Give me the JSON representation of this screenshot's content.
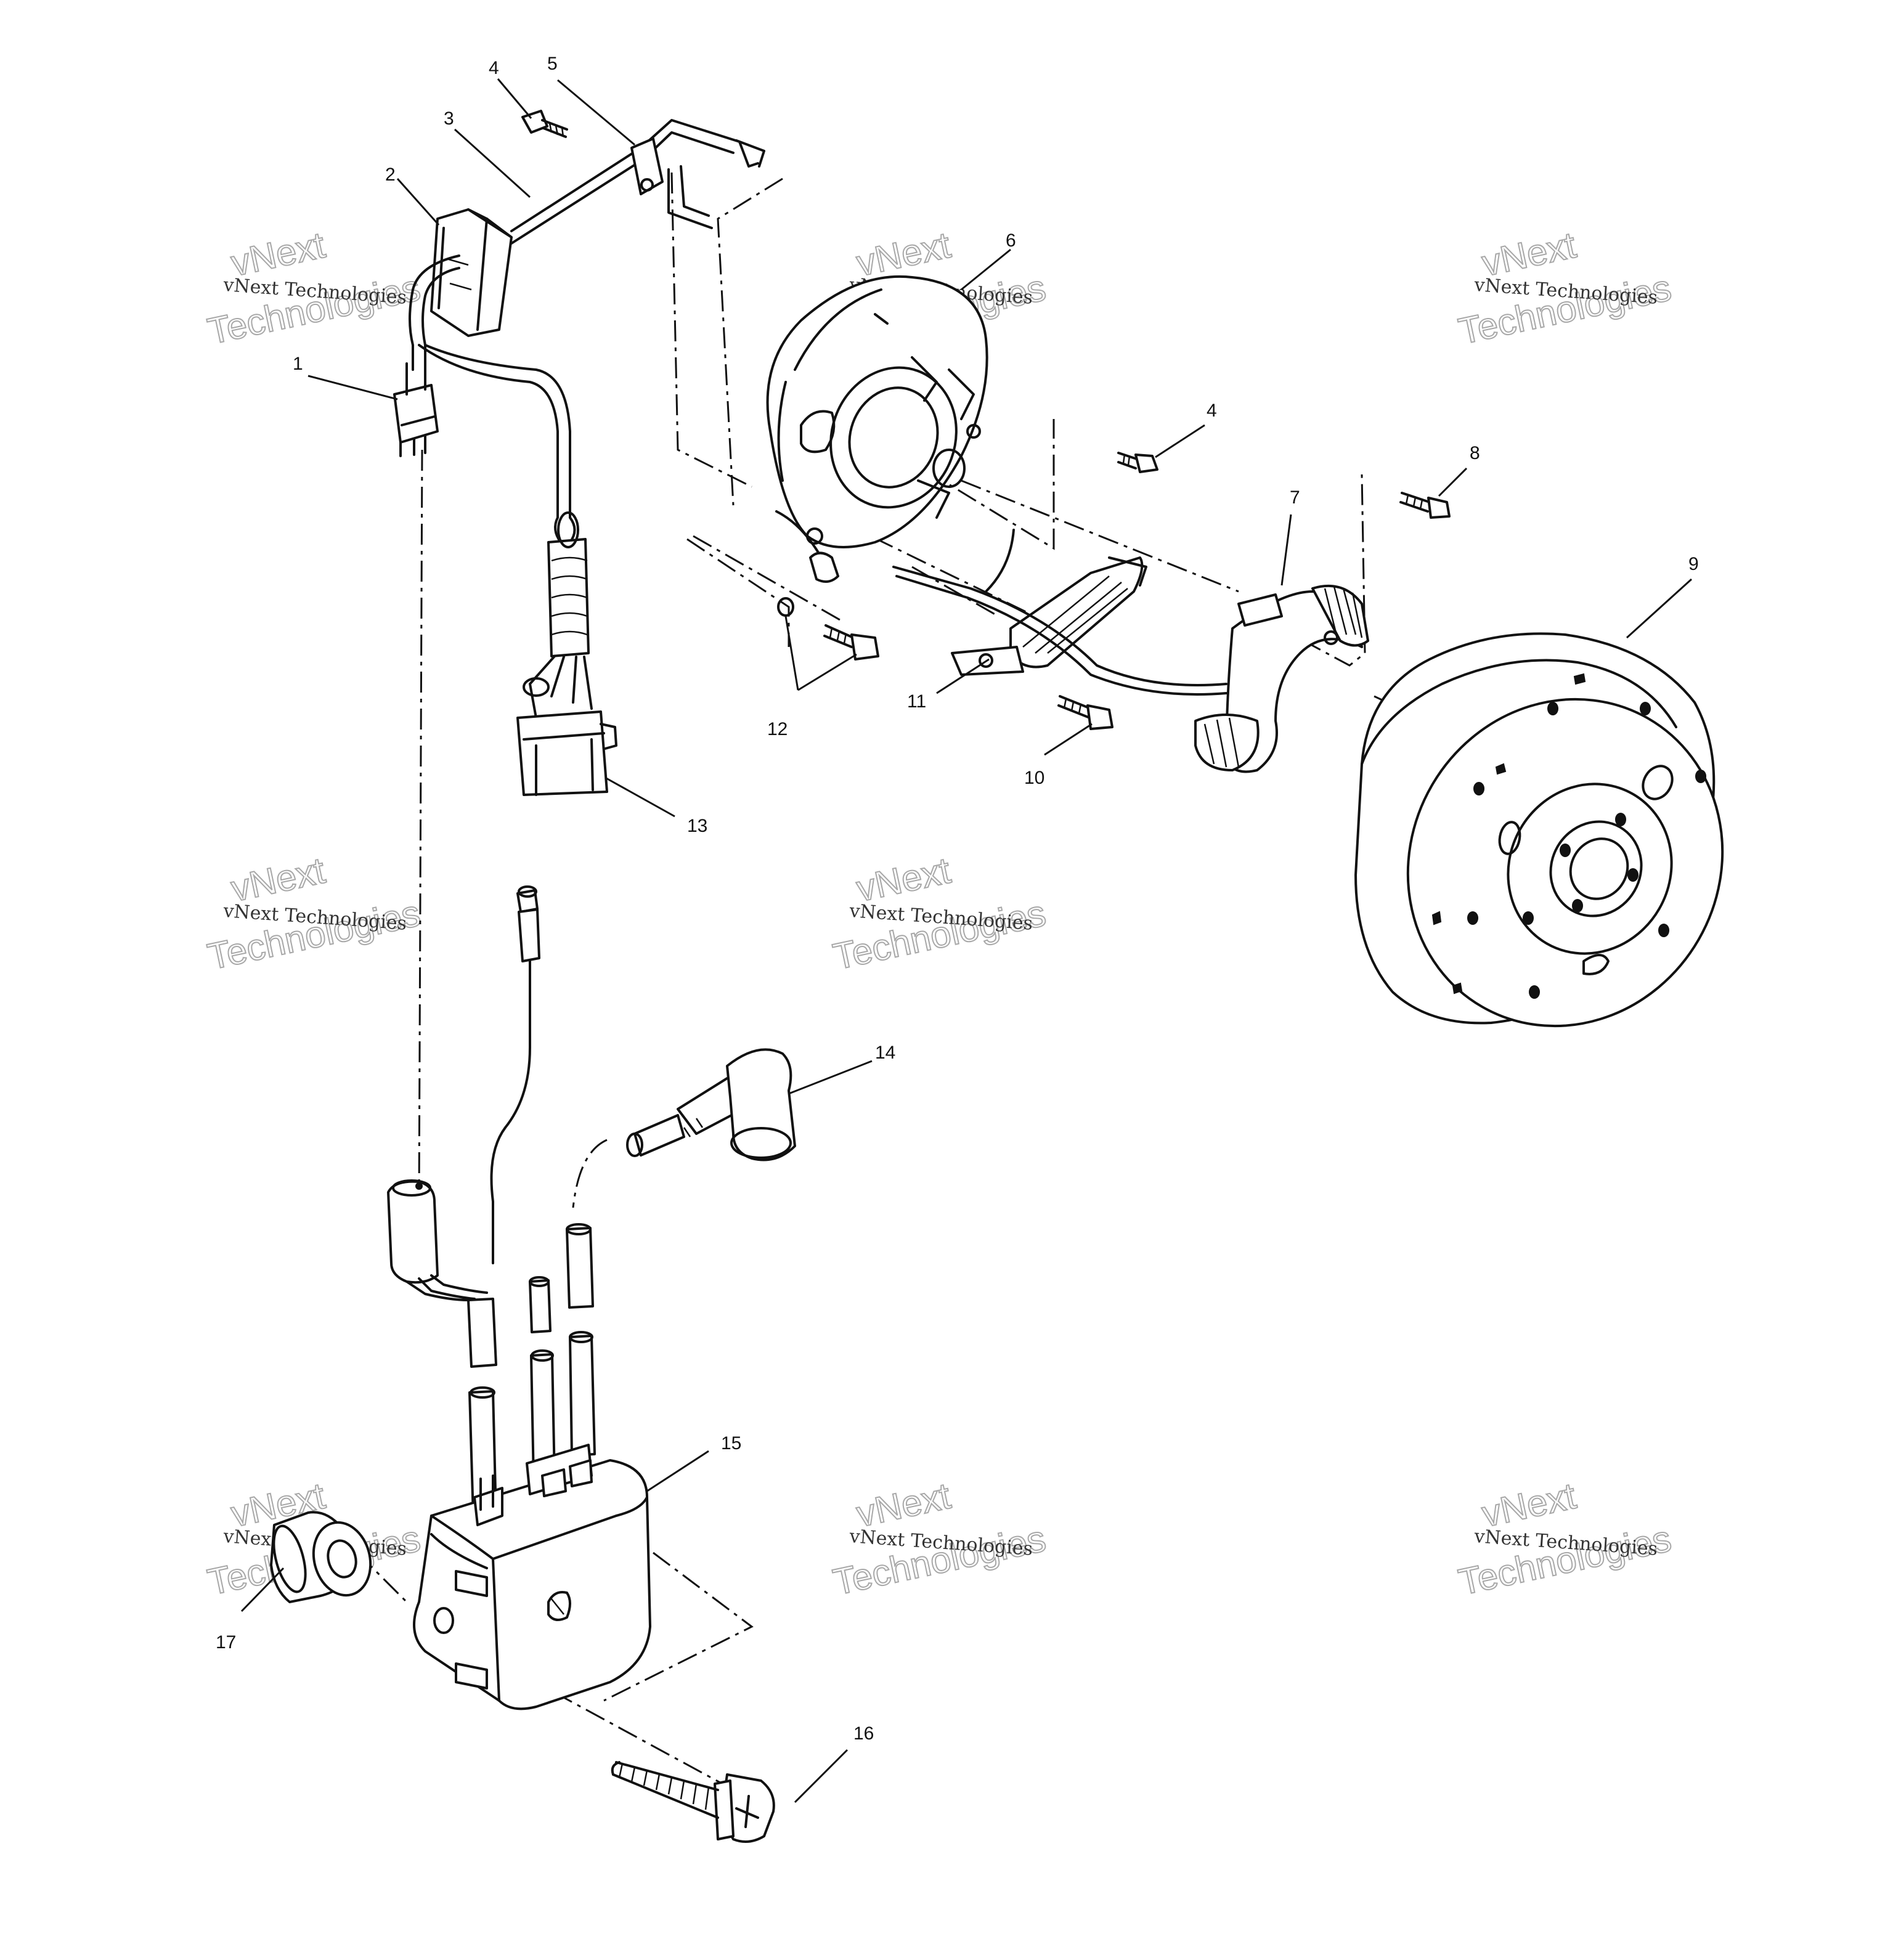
{
  "watermark": {
    "line1": "vNext",
    "line2": "vNext Technologies",
    "line3": "Technologies"
  },
  "callouts": [
    {
      "id": "1",
      "label": "1"
    },
    {
      "id": "2",
      "label": "2"
    },
    {
      "id": "3",
      "label": "3"
    },
    {
      "id": "4a",
      "label": "4"
    },
    {
      "id": "5",
      "label": "5"
    },
    {
      "id": "6",
      "label": "6"
    },
    {
      "id": "4b",
      "label": "4"
    },
    {
      "id": "7",
      "label": "7"
    },
    {
      "id": "8",
      "label": "8"
    },
    {
      "id": "9",
      "label": "9"
    },
    {
      "id": "10",
      "label": "10"
    },
    {
      "id": "11",
      "label": "11"
    },
    {
      "id": "12",
      "label": "12"
    },
    {
      "id": "13",
      "label": "13"
    },
    {
      "id": "14",
      "label": "14"
    },
    {
      "id": "15",
      "label": "15"
    },
    {
      "id": "16",
      "label": "16"
    },
    {
      "id": "17",
      "label": "17"
    }
  ]
}
